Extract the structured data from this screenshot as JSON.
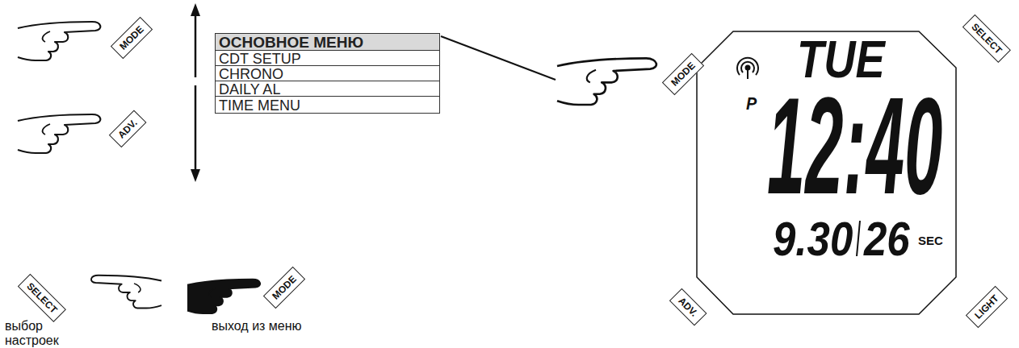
{
  "diagram": {
    "nodes": [
      {
        "text": [
          "ОСНОВНОЕ МЕНЮ"
        ]
      },
      {
        "text": [
          "CDT SETUP"
        ]
      },
      {
        "text": [
          "CHRONO"
        ]
      },
      {
        "text": [
          "DAILY AL"
        ]
      },
      {
        "text": [
          "TIME MENU"
        ]
      },
      {
        "text": [
          "TUE",
          "P",
          "12:40",
          "9.30",
          "26",
          "SEC"
        ]
      }
    ],
    "labels": [
      "MODE",
      "ADV.",
      "SELECT",
      "MODE",
      "выбор настроек",
      "выход из меню",
      "MODE",
      "SELECT",
      "ADV.",
      "LIGHT"
    ]
  }
}
